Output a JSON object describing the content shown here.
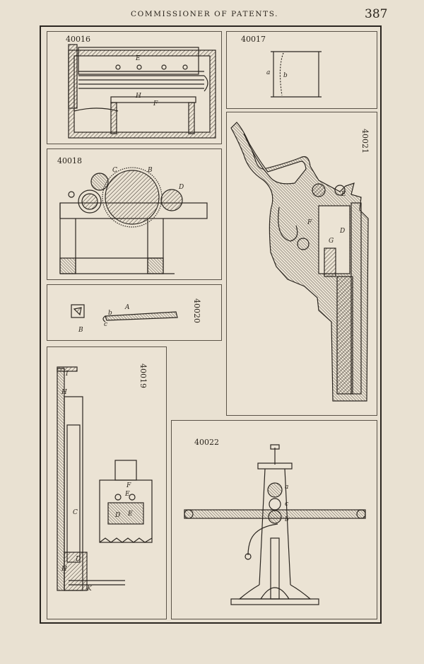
{
  "header": {
    "title": "COMMISSIONER OF PATENTS.",
    "page_number": "387"
  },
  "figures": [
    {
      "number": "40016",
      "letters": [
        "E",
        "H",
        "F"
      ]
    },
    {
      "number": "40017",
      "letters": [
        "a",
        "b"
      ]
    },
    {
      "number": "40018",
      "letters": [
        "C",
        "B",
        "D"
      ]
    },
    {
      "number": "40020",
      "letters": [
        "A",
        "b",
        "c",
        "B"
      ]
    },
    {
      "number": "40019",
      "letters": [
        "I",
        "H",
        "C",
        "H",
        "D",
        "K",
        "E",
        "F",
        "E",
        "D"
      ]
    },
    {
      "number": "40021",
      "letters": [
        "E",
        "D",
        "G",
        "F"
      ]
    },
    {
      "number": "40022",
      "letters": [
        "a",
        "c",
        "b"
      ]
    }
  ]
}
